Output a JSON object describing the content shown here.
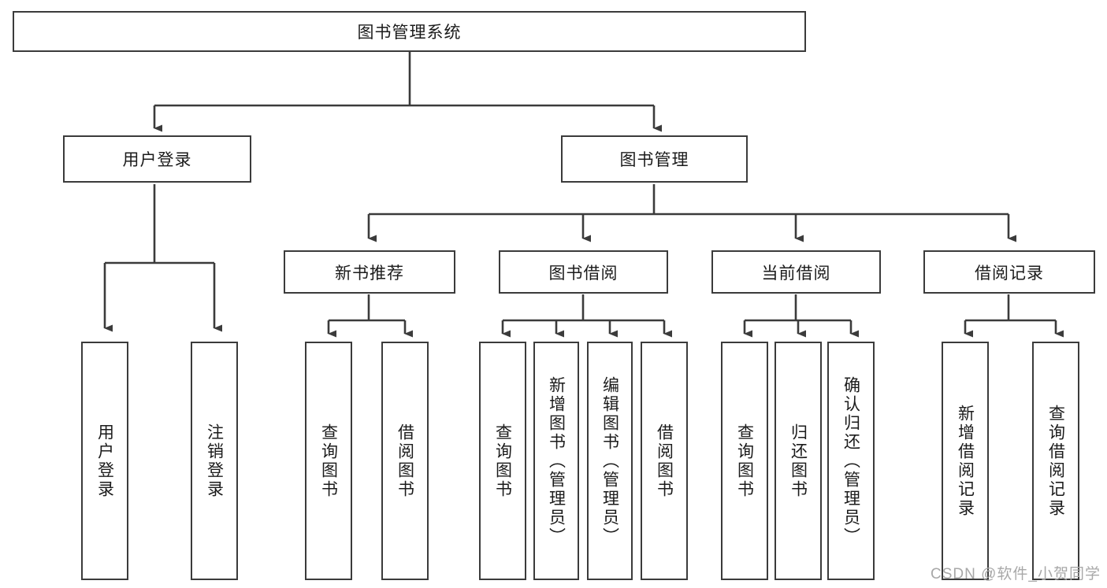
{
  "diagram": {
    "title": "图书管理系统",
    "type": "tree-hierarchy-diagram",
    "colors": {
      "stroke": "#3b3b3b",
      "fill": "#ffffff",
      "text": "#1b1b1b",
      "watermark": "#a8a8a8"
    },
    "nodes": {
      "root": {
        "label": "图书管理系统",
        "orientation": "horizontal"
      },
      "level1": [
        {
          "id": "user-login",
          "label": "用户登录",
          "orientation": "horizontal"
        },
        {
          "id": "book-management",
          "label": "图书管理",
          "orientation": "horizontal"
        }
      ],
      "level2": [
        {
          "id": "new-book-recommend",
          "label": "新书推荐",
          "orientation": "horizontal"
        },
        {
          "id": "book-borrow",
          "label": "图书借阅",
          "orientation": "horizontal"
        },
        {
          "id": "current-borrow",
          "label": "当前借阅",
          "orientation": "horizontal"
        },
        {
          "id": "borrow-record",
          "label": "借阅记录",
          "orientation": "horizontal"
        }
      ],
      "leaves": {
        "user-login": [
          {
            "id": "leaf-user-login",
            "label": "用户登录",
            "orientation": "vertical"
          },
          {
            "id": "leaf-user-logout",
            "label": "注销登录",
            "orientation": "vertical"
          }
        ],
        "new-book-recommend": [
          {
            "id": "leaf-query-book-1",
            "label": "查询图书",
            "orientation": "vertical"
          },
          {
            "id": "leaf-borrow-book-1",
            "label": "借阅图书",
            "orientation": "vertical"
          }
        ],
        "book-borrow": [
          {
            "id": "leaf-query-book-2",
            "label": "查询图书",
            "orientation": "vertical"
          },
          {
            "id": "leaf-add-book",
            "label": "新增图书（管理员）",
            "orientation": "vertical"
          },
          {
            "id": "leaf-edit-book",
            "label": "编辑图书（管理员）",
            "orientation": "vertical"
          },
          {
            "id": "leaf-borrow-book-2",
            "label": "借阅图书",
            "orientation": "vertical"
          }
        ],
        "current-borrow": [
          {
            "id": "leaf-query-book-3",
            "label": "查询图书",
            "orientation": "vertical"
          },
          {
            "id": "leaf-return-book",
            "label": "归还图书",
            "orientation": "vertical"
          },
          {
            "id": "leaf-confirm-return",
            "label": "确认归还（管理员）",
            "orientation": "vertical"
          }
        ],
        "borrow-record": [
          {
            "id": "leaf-add-record",
            "label": "新增借阅记录",
            "orientation": "vertical"
          },
          {
            "id": "leaf-query-record",
            "label": "查询借阅记录",
            "orientation": "vertical"
          }
        ]
      }
    },
    "watermark": "CSDN @软件_小贺同学"
  }
}
